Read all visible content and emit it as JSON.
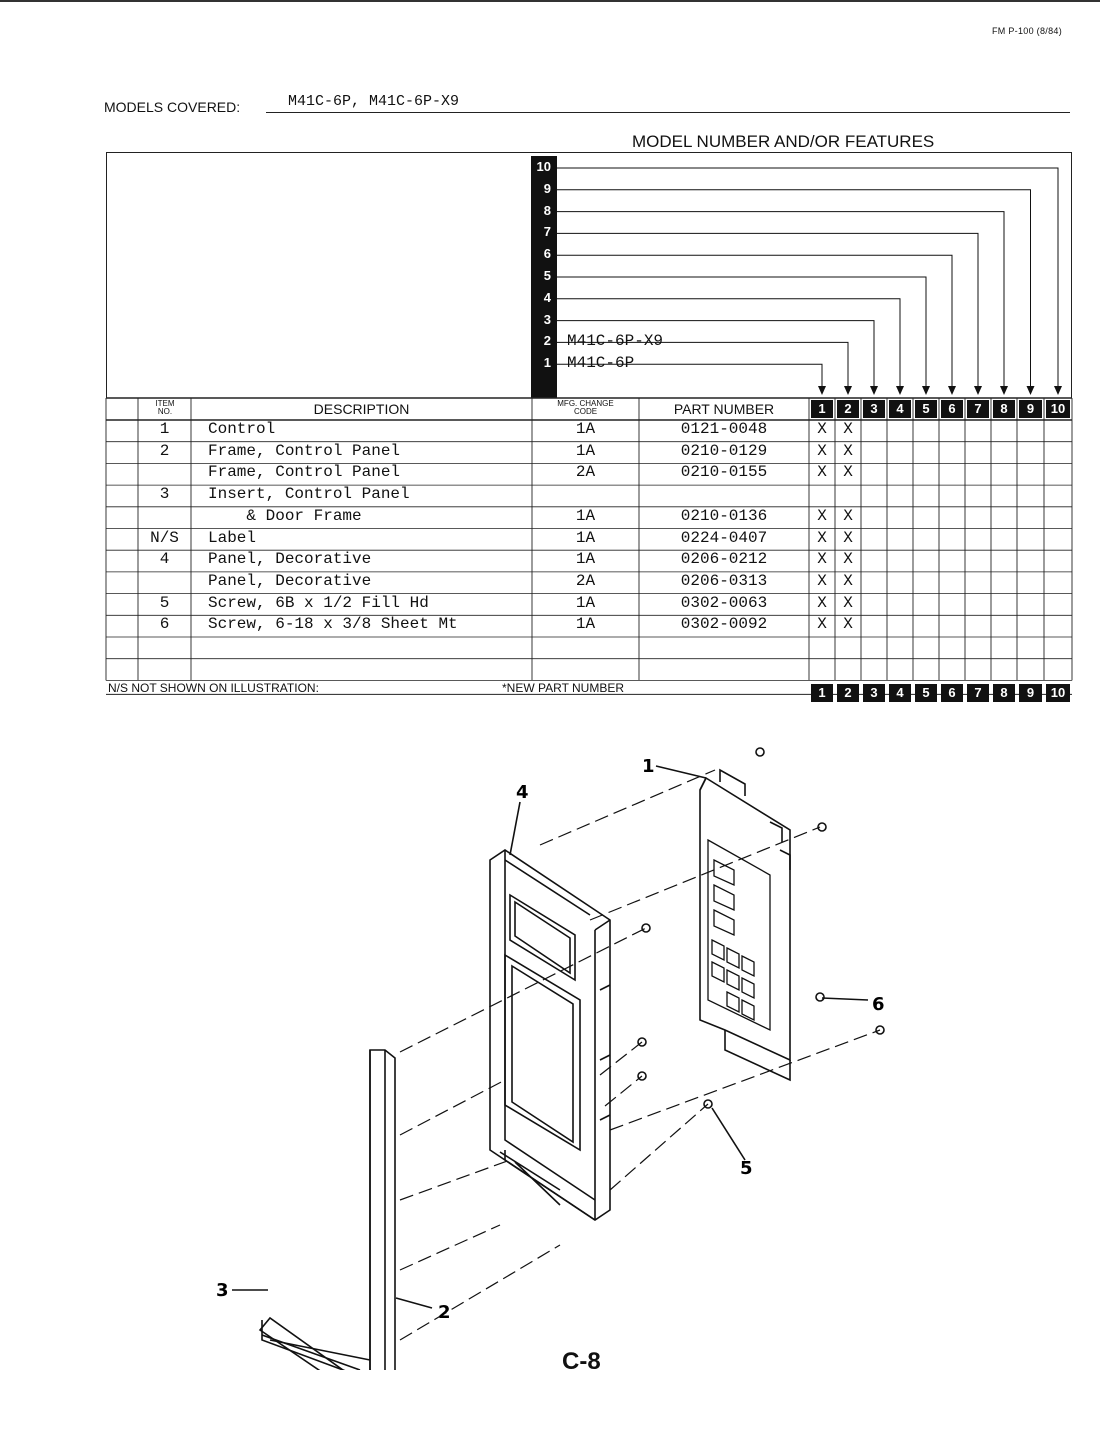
{
  "form_number": "FM P-100 (8/84)",
  "models_covered": {
    "label": "MODELS COVERED:",
    "value": "M41C-6P, M41C-6P-X9"
  },
  "features_title": "MODEL NUMBER AND/OR FEATURES",
  "model_columns": [
    {
      "num": "10",
      "name": ""
    },
    {
      "num": "9",
      "name": ""
    },
    {
      "num": "8",
      "name": ""
    },
    {
      "num": "7",
      "name": ""
    },
    {
      "num": "6",
      "name": ""
    },
    {
      "num": "5",
      "name": ""
    },
    {
      "num": "4",
      "name": ""
    },
    {
      "num": "3",
      "name": ""
    },
    {
      "num": "2",
      "name": "M41C-6P-X9"
    },
    {
      "num": "1",
      "name": "M41C-6P"
    }
  ],
  "headers": {
    "item_no": "ITEM NO.",
    "description": "DESCRIPTION",
    "mfg_change_code": "MFG. CHANGE CODE",
    "part_number": "PART NUMBER"
  },
  "column_numbers": [
    "1",
    "2",
    "3",
    "4",
    "5",
    "6",
    "7",
    "8",
    "9",
    "10"
  ],
  "rows": [
    {
      "item": "1",
      "desc": "Control",
      "code": "1A",
      "part": "0121-0048",
      "marks": [
        "X",
        "X"
      ]
    },
    {
      "item": "2",
      "desc": "Frame, Control Panel",
      "code": "1A",
      "part": "0210-0129",
      "marks": [
        "X",
        "X"
      ]
    },
    {
      "item": "",
      "desc": "Frame, Control Panel",
      "code": "2A",
      "part": "0210-0155",
      "marks": [
        "X",
        "X"
      ]
    },
    {
      "item": "3",
      "desc": "Insert, Control Panel",
      "code": "",
      "part": "",
      "marks": []
    },
    {
      "item": "",
      "desc": "    & Door Frame",
      "code": "1A",
      "part": "0210-0136",
      "marks": [
        "X",
        "X"
      ]
    },
    {
      "item": "N/S",
      "desc": "Label",
      "code": "1A",
      "part": "0224-0407",
      "marks": [
        "X",
        "X"
      ]
    },
    {
      "item": "4",
      "desc": "Panel, Decorative",
      "code": "1A",
      "part": "0206-0212",
      "marks": [
        "X",
        "X"
      ]
    },
    {
      "item": "",
      "desc": "Panel, Decorative",
      "code": "2A",
      "part": "0206-0313",
      "marks": [
        "X",
        "X"
      ]
    },
    {
      "item": "5",
      "desc": "Screw, 6B x 1/2 Fill Hd",
      "code": "1A",
      "part": "0302-0063",
      "marks": [
        "X",
        "X"
      ]
    },
    {
      "item": "6",
      "desc": "Screw, 6-18 x 3/8 Sheet Mt",
      "code": "1A",
      "part": "0302-0092",
      "marks": [
        "X",
        "X"
      ]
    },
    {
      "item": "",
      "desc": "",
      "code": "",
      "part": "",
      "marks": []
    },
    {
      "item": "",
      "desc": "",
      "code": "",
      "part": "",
      "marks": []
    }
  ],
  "footer": {
    "ns_note": "N/S NOT SHOWN ON ILLUSTRATION:",
    "new_part_note": "*NEW PART NUMBER"
  },
  "illustration_callouts": [
    "1",
    "2",
    "3",
    "4",
    "5",
    "6"
  ],
  "page_label": "C-8"
}
